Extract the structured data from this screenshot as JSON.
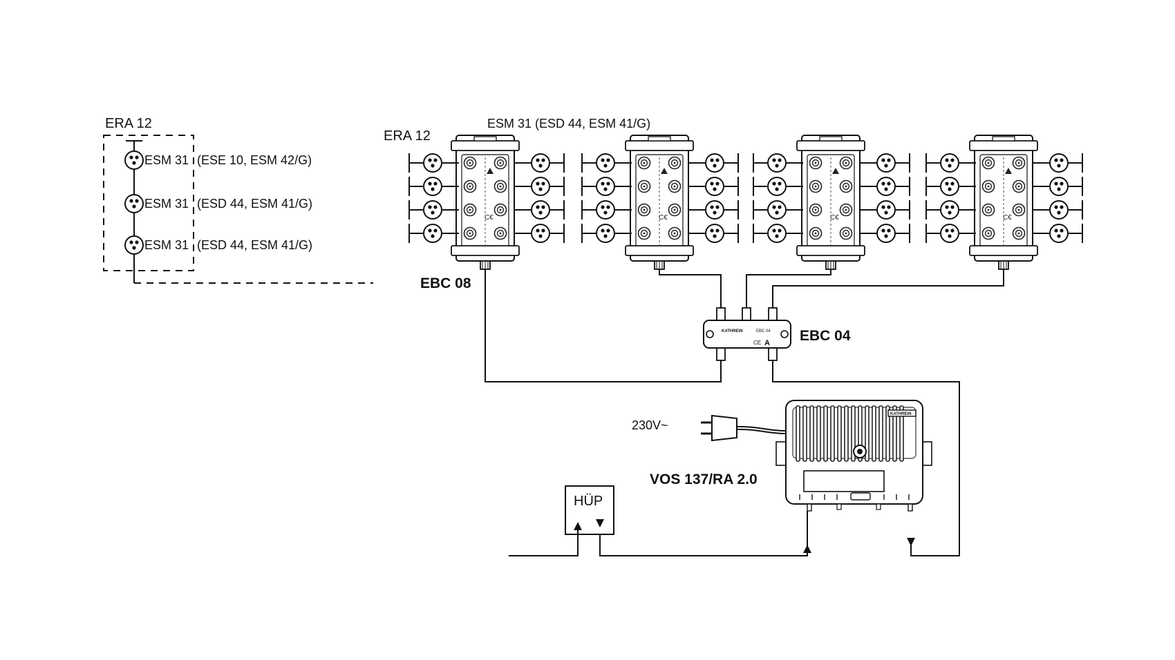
{
  "diagram": {
    "left_group": {
      "title": "ERA 12",
      "outlets": [
        {
          "model": "ESM 31",
          "variants": "(ESE 10, ESM 42/G)"
        },
        {
          "model": "ESM 31",
          "variants": "(ESD 44, ESM 41/G)"
        },
        {
          "model": "ESM 31",
          "variants": "(ESD 44, ESM 41/G)"
        }
      ]
    },
    "right_group": {
      "title": "ERA 12",
      "outlet_label": "ESM 31 (ESD 44, ESM 41/G)",
      "distributor_label": "EBC 08",
      "distributor_count": 4
    },
    "splitter": {
      "label": "EBC 04",
      "brand": "KATHREIN",
      "model_print": "EBC 04",
      "marks": "CE",
      "class_mark": "A"
    },
    "amplifier": {
      "label": "VOS 137/RA 2.0",
      "power_label": "230V~",
      "brand": "KATHREIN"
    },
    "hup": {
      "label": "HÜP"
    }
  }
}
